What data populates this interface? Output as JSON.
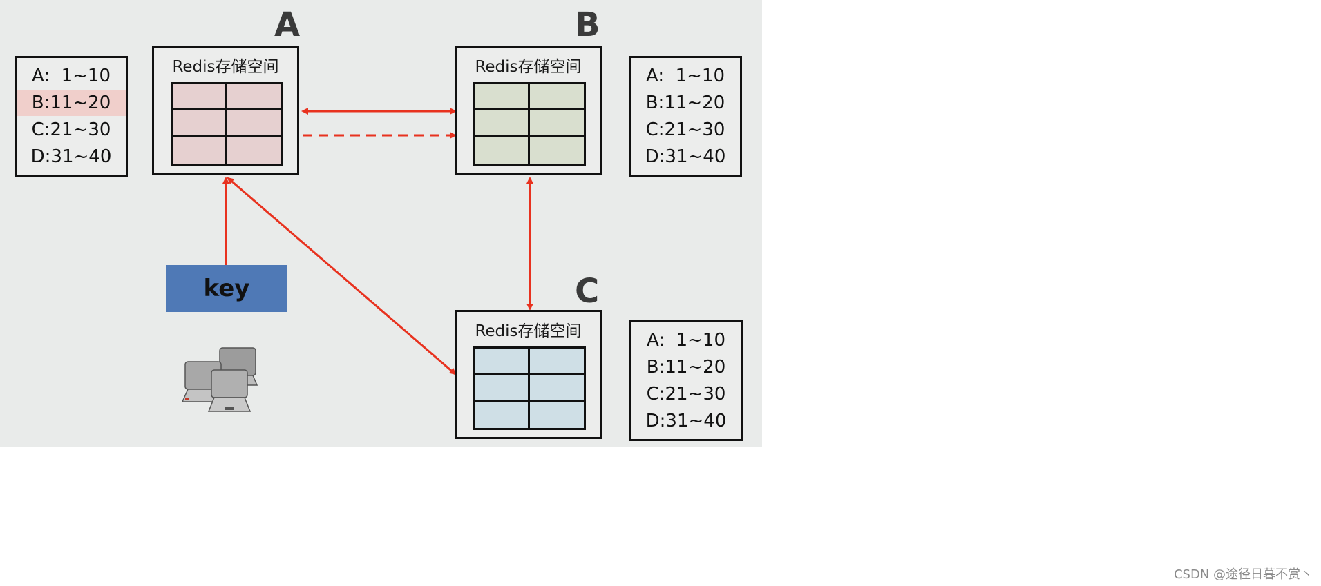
{
  "nodes": [
    {
      "id": "A",
      "letter": "A",
      "title": "Redis存储空间",
      "grid_color": "#e6d0d0"
    },
    {
      "id": "B",
      "letter": "B",
      "title": "Redis存储空间",
      "grid_color": "#d9dfcf"
    },
    {
      "id": "C",
      "letter": "C",
      "title": "Redis存储空间",
      "grid_color": "#cfdfe6"
    }
  ],
  "slot_tables": [
    {
      "node": "A",
      "rows": [
        "A:  1~10",
        "B:11~20",
        "C:21~30",
        "D:31~40"
      ],
      "highlighted_row": 1
    },
    {
      "node": "B",
      "rows": [
        "A:  1~10",
        "B:11~20",
        "C:21~30",
        "D:31~40"
      ],
      "highlighted_row": null
    },
    {
      "node": "C",
      "rows": [
        "A:  1~10",
        "B:11~20",
        "C:21~30",
        "D:31~40"
      ],
      "highlighted_row": null
    }
  ],
  "key_label": "key",
  "client_icon": "computers-icon",
  "colors": {
    "arrow": "#e8321f",
    "highlight": "#f0cfcb",
    "key_box": "#4f79b6",
    "background": "#e9ebea"
  },
  "watermark": "CSDN @途径日暮不赏丶"
}
